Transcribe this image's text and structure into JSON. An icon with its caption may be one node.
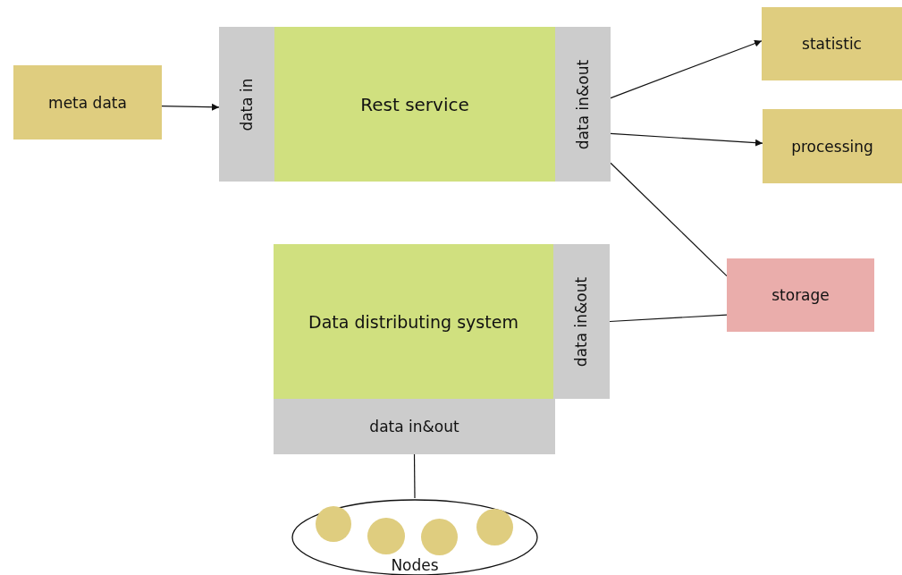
{
  "diagram": {
    "nodes": [
      {
        "text": [
          "meta data"
        ]
      },
      {
        "text": [
          "data in"
        ]
      },
      {
        "text": [
          "Rest service"
        ]
      },
      {
        "text": [
          "data in&out"
        ]
      },
      {
        "text": [
          "statistic"
        ]
      },
      {
        "text": [
          "processing"
        ]
      },
      {
        "text": [
          "storage"
        ]
      },
      {
        "text": [
          "Data distributing system"
        ]
      },
      {
        "text": [
          "data in&out"
        ]
      },
      {
        "text": [
          "data in&out"
        ]
      },
      {
        "text": [
          "Nodes"
        ]
      },
      {
        "text": [],
        "shape": "circle",
        "in": 10
      },
      {
        "text": [],
        "shape": "circle",
        "in": 10
      },
      {
        "text": [],
        "shape": "circle",
        "in": 10
      },
      {
        "text": [],
        "shape": "circle",
        "in": 10
      }
    ],
    "edges": [
      {
        "from": 0,
        "to": 1,
        "arrow": "to"
      },
      {
        "from": 3,
        "to": 4,
        "arrow": "to"
      },
      {
        "from": 3,
        "to": 5,
        "arrow": "to"
      },
      {
        "from": 3,
        "to": 6,
        "arrow": "none"
      },
      {
        "from": 8,
        "to": 6,
        "arrow": "none"
      },
      {
        "from": 9,
        "to": 10,
        "arrow": "none"
      }
    ]
  }
}
